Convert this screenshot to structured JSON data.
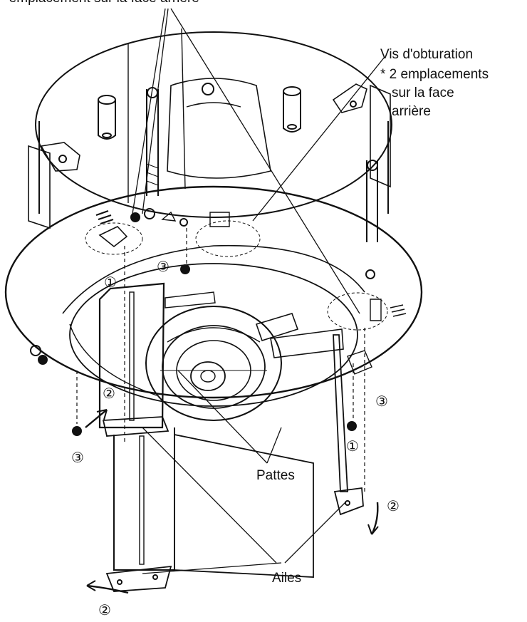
{
  "labels": {
    "top_cut": "* emplacement sur la face arrière",
    "vis_title": "Vis d'obturation",
    "vis_note_1": "* 2 emplacements",
    "vis_note_2": "sur la face",
    "vis_note_3": "arrière",
    "pattes": "Pattes",
    "ailes": "Ailes"
  },
  "steps": {
    "one": "①",
    "two": "②",
    "three": "③"
  },
  "colors": {
    "ink": "#111111",
    "paper": "#ffffff"
  }
}
